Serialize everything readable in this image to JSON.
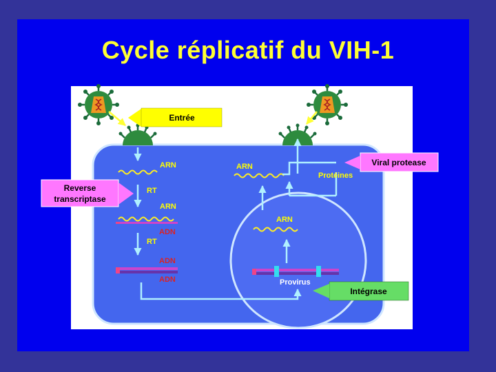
{
  "title": "Cycle réplicatif du VIH-1",
  "colors": {
    "background": "#333399",
    "slide": "#0000ee",
    "title": "#ffff33",
    "cell": "#4466ee",
    "nucleus": "#4d6cf2",
    "membrane": "#cfe6ff",
    "arrow": "#b0f0ff",
    "rna": "#ffee22",
    "dna_top": "#cc44cc",
    "dna_bottom": "#6633aa",
    "box_yellow": "#ffff00",
    "box_pink": "#ff77ff",
    "box_green": "#66dd66"
  },
  "boxes": {
    "entry": "Entrée",
    "reverse_transcriptase_line1": "Reverse",
    "reverse_transcriptase_line2": "transcriptase",
    "viral_protease": "Viral protease",
    "integrase": "Intégrase"
  },
  "labels": {
    "arn_1": "ARN",
    "rt_1": "RT",
    "arn_2": "ARN",
    "adn_1": "ADN",
    "rt_2": "RT",
    "adn_2": "ADN",
    "adn_3": "ADN",
    "arn_cyto": "ARN",
    "proteines": "Protéines",
    "arn_nucleus": "ARN",
    "provirus": "Provirus"
  },
  "icons": [
    "virus-icon",
    "budding-virus-icon",
    "rna-strand-icon",
    "dna-duplex-icon"
  ]
}
